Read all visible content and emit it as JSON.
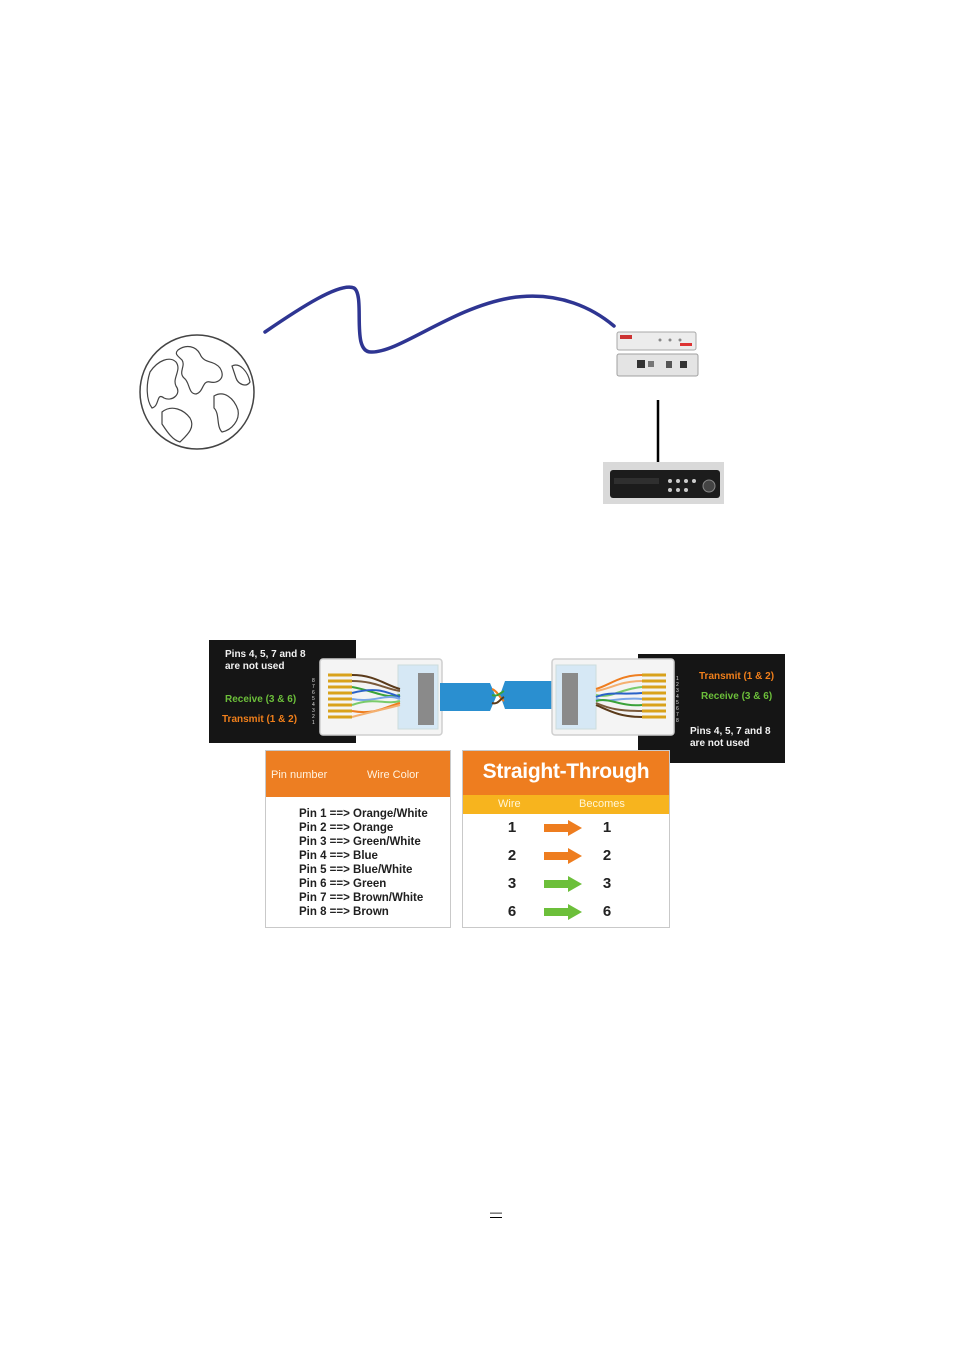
{
  "left_connector": {
    "note": [
      "Pins 4, 5, 7 and 8",
      "are not used"
    ],
    "receive_label": "Receive (3 & 6)",
    "transmit_label": "Transmit (1 & 2)",
    "pin_numbers": "8 7 6 5 4 3 2 1"
  },
  "right_connector": {
    "note": [
      "Pins 4, 5, 7 and 8",
      "are not used"
    ],
    "receive_label": "Receive (3 & 6)",
    "transmit_label": "Transmit (1 & 2)",
    "pin_numbers": "1 2 3 4 5 6 7 8"
  },
  "pin_table": {
    "header_left": "Pin number",
    "header_right": "Wire Color",
    "rows": [
      "Pin 1 ==> Orange/White",
      "Pin 2 ==> Orange",
      "Pin 3 ==> Green/White",
      "Pin 4 ==> Blue",
      "Pin 5 ==> Blue/White",
      "Pin 6 ==> Green",
      "Pin 7 ==> Brown/White",
      "Pin 8 ==> Brown"
    ]
  },
  "straight_through": {
    "title": "Straight-Through",
    "col_left": "Wire",
    "col_right": "Becomes",
    "rows": [
      {
        "wire": "1",
        "becomes": "1",
        "arrow_color": "#ee7d1f"
      },
      {
        "wire": "2",
        "becomes": "2",
        "arrow_color": "#ee7d1f"
      },
      {
        "wire": "3",
        "becomes": "3",
        "arrow_color": "#6cbf3a"
      },
      {
        "wire": "6",
        "becomes": "6",
        "arrow_color": "#6cbf3a"
      }
    ]
  },
  "colors": {
    "cable": "#2e3592",
    "orange": "#ed7e22",
    "yellow": "#f7b41e",
    "green": "#6cbf3a",
    "cable_blue": "#2a8fd0"
  },
  "page_number": "—"
}
